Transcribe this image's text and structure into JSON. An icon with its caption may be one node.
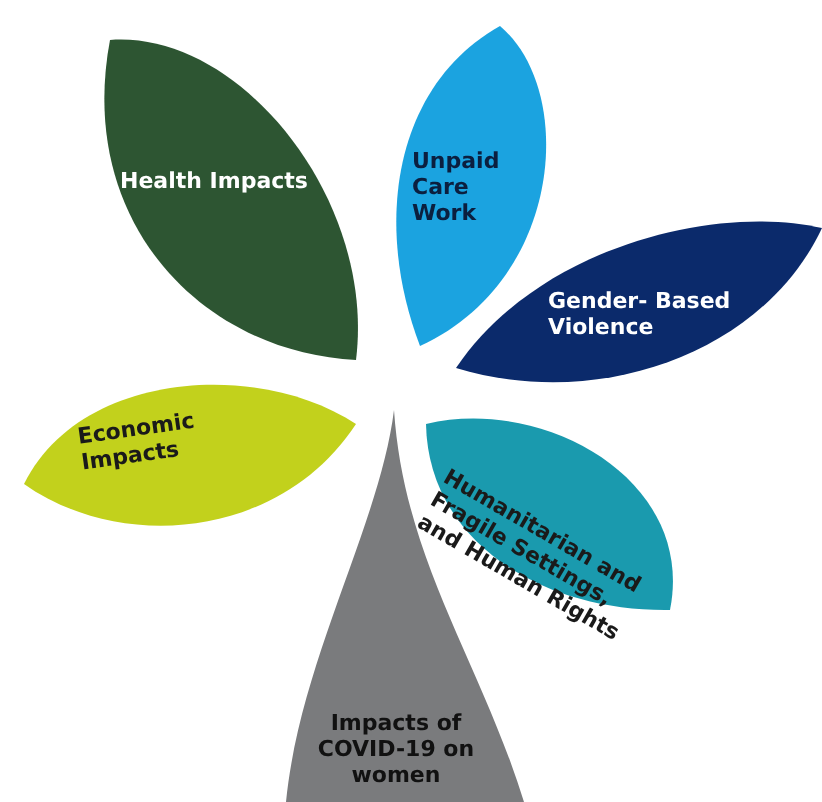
{
  "diagram": {
    "nodes": [
      {
        "text": [
          "Health Impacts"
        ]
      },
      {
        "text": [
          "Unpaid Care Work"
        ]
      },
      {
        "text": [
          "Gender- Based Violence"
        ]
      },
      {
        "text": [
          "Economic Impacts"
        ]
      },
      {
        "text": [
          "Humanitarian and Fragile Settings, and Human Rights"
        ]
      },
      {
        "text": [
          "Impacts of COVID-19 on women"
        ]
      }
    ]
  }
}
